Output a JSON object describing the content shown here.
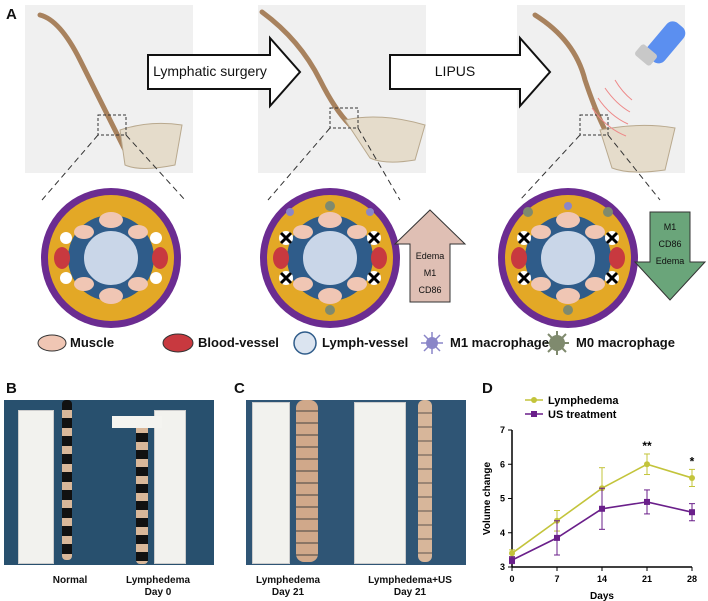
{
  "panels": {
    "A": "A",
    "B": "B",
    "C": "C",
    "D": "D"
  },
  "panel_a": {
    "arrow1_label": "Lymphatic surgery",
    "arrow2_label": "LIPUS",
    "up_arrow": [
      "Edema",
      "M1",
      "CD86"
    ],
    "down_arrow": [
      "M1",
      "CD86",
      "Edema"
    ],
    "legend": {
      "muscle": "Muscle",
      "blood_vessel": "Blood-vessel",
      "lymph_vessel": "Lymph-vessel",
      "m1": "M1 macrophage",
      "m0": "M0 macrophage"
    },
    "colors": {
      "outer_ring": "#6b2c91",
      "fat": "#e3a826",
      "muscle": "#f0c6b4",
      "blood": "#c8393f",
      "lymph": "#c9d6e8",
      "up_arrow": "#dfbfb4",
      "down_arrow": "#6aa57a"
    }
  },
  "panel_b": {
    "caption_left": "Normal",
    "caption_right_1": "Lymphedema",
    "caption_right_2": "Day 0"
  },
  "panel_c": {
    "caption_left_1": "Lymphedema",
    "caption_left_2": "Day 21",
    "caption_right_1": "Lymphedema+US",
    "caption_right_2": "Day 21"
  },
  "chart_data": {
    "type": "line",
    "xlabel": "Days",
    "ylabel": "Volume change",
    "x": [
      0,
      7,
      14,
      21,
      28
    ],
    "xticks": [
      "0",
      "7",
      "14",
      "21",
      "28"
    ],
    "yticks": [
      "3",
      "4",
      "5",
      "6",
      "7"
    ],
    "ylim": [
      3,
      7
    ],
    "xlim": [
      0,
      28
    ],
    "legend_position": "top-left",
    "series": [
      {
        "name": "Lymphedema",
        "color": "#c3c43b",
        "values": [
          3.4,
          4.35,
          5.3,
          6.0,
          5.6
        ],
        "errors": [
          0.1,
          0.3,
          0.6,
          0.3,
          0.25
        ]
      },
      {
        "name": "US treatment",
        "color": "#6a1f8a",
        "values": [
          3.2,
          3.85,
          4.7,
          4.9,
          4.6
        ],
        "errors": [
          0.1,
          0.5,
          0.6,
          0.35,
          0.25
        ]
      }
    ],
    "annotations": [
      {
        "x": 21,
        "text": "**"
      },
      {
        "x": 28,
        "text": "*"
      }
    ]
  }
}
